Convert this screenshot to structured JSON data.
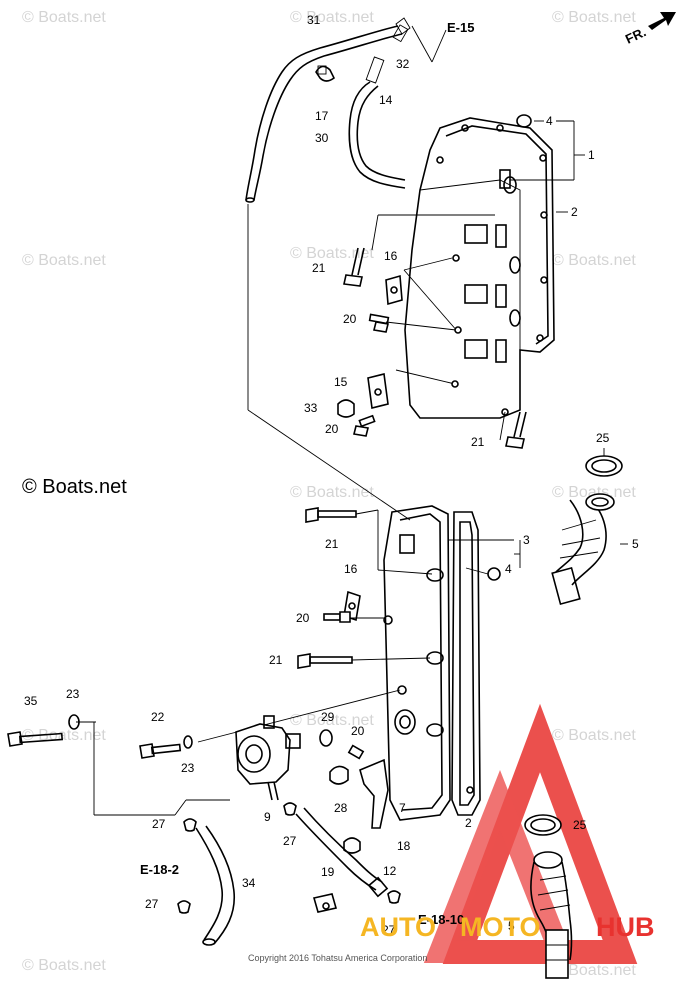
{
  "diagram": {
    "direction_label": "FR.",
    "refs": [
      "E-15",
      "E-18-2",
      "E-18-10"
    ],
    "callouts": [
      {
        "id": "c31",
        "text": "31"
      },
      {
        "id": "c32",
        "text": "32"
      },
      {
        "id": "c14",
        "text": "14"
      },
      {
        "id": "c17",
        "text": "17"
      },
      {
        "id": "c30",
        "text": "30"
      },
      {
        "id": "c4a",
        "text": "4"
      },
      {
        "id": "c1",
        "text": "1"
      },
      {
        "id": "c2a",
        "text": "2"
      },
      {
        "id": "c16a",
        "text": "16"
      },
      {
        "id": "c21a",
        "text": "21"
      },
      {
        "id": "c20a",
        "text": "20"
      },
      {
        "id": "c15",
        "text": "15"
      },
      {
        "id": "c33",
        "text": "33"
      },
      {
        "id": "c20b",
        "text": "20"
      },
      {
        "id": "c21b",
        "text": "21"
      },
      {
        "id": "c25a",
        "text": "25"
      },
      {
        "id": "c5a",
        "text": "5"
      },
      {
        "id": "c21c",
        "text": "21"
      },
      {
        "id": "c3",
        "text": "3"
      },
      {
        "id": "c4b",
        "text": "4"
      },
      {
        "id": "c16b",
        "text": "16"
      },
      {
        "id": "c20c",
        "text": "20"
      },
      {
        "id": "c21d",
        "text": "21"
      },
      {
        "id": "c35",
        "text": "35"
      },
      {
        "id": "c23a",
        "text": "23"
      },
      {
        "id": "c22",
        "text": "22"
      },
      {
        "id": "c23b",
        "text": "23"
      },
      {
        "id": "c29",
        "text": "29"
      },
      {
        "id": "c20d",
        "text": "20"
      },
      {
        "id": "c28",
        "text": "28"
      },
      {
        "id": "c7",
        "text": "7"
      },
      {
        "id": "c9",
        "text": "9"
      },
      {
        "id": "c27a",
        "text": "27"
      },
      {
        "id": "c27b",
        "text": "27"
      },
      {
        "id": "c18",
        "text": "18"
      },
      {
        "id": "c2b",
        "text": "2"
      },
      {
        "id": "c25b",
        "text": "25"
      },
      {
        "id": "c12",
        "text": "12"
      },
      {
        "id": "c19",
        "text": "19"
      },
      {
        "id": "c34",
        "text": "34"
      },
      {
        "id": "c27c",
        "text": "27"
      },
      {
        "id": "c27d",
        "text": "27"
      },
      {
        "id": "c5b",
        "text": "5"
      }
    ]
  },
  "watermarks": {
    "small": "© Boats.net",
    "large": "© Boats.net"
  },
  "copyright": "Copyright 2016 Tohatsu America Corporation",
  "brand": {
    "part1": "AUTO",
    "part2": "MOTO",
    "part3": "HUB"
  },
  "colors": {
    "brand_red": "#e8322f",
    "brand_yellow": "#f5b623",
    "watermark_gray": "#d4d4d4"
  }
}
